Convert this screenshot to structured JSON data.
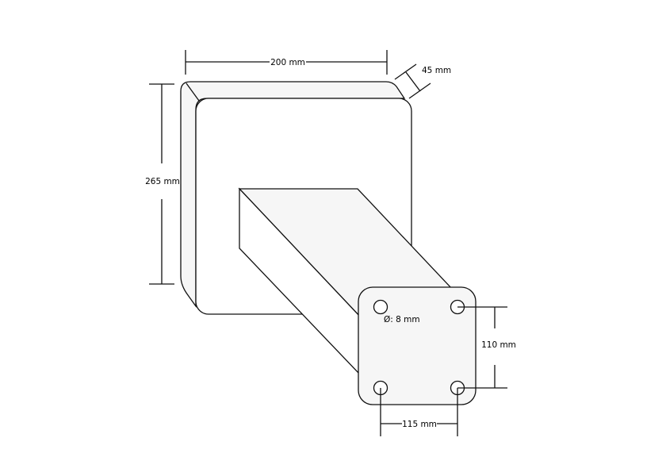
{
  "colors": {
    "line": "#111111",
    "face_light": "#f6f6f6",
    "face_white": "#ffffff",
    "text": "#000000"
  },
  "dimensions": {
    "width_label": "200 mm",
    "depth_label": "45 mm",
    "height_label": "265 mm",
    "hole_diameter_label": "Ø: 8 mm",
    "hole_vertical_spacing_label": "110 mm",
    "hole_horizontal_spacing_label": "115 mm"
  }
}
